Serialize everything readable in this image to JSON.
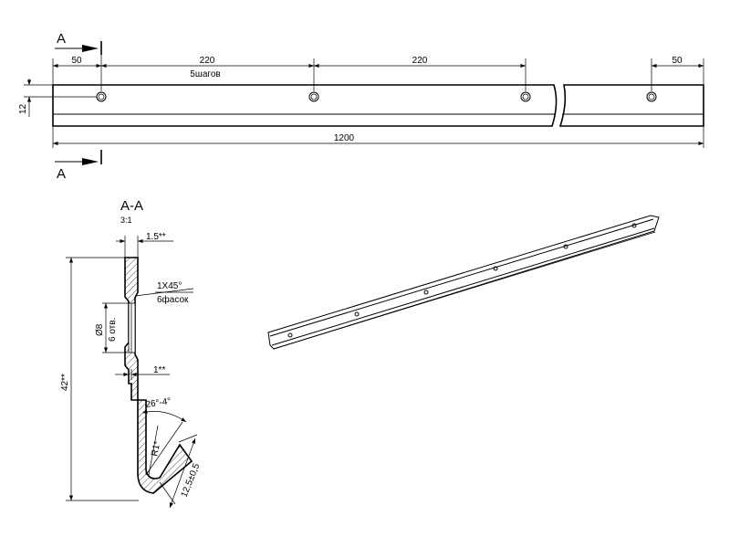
{
  "top_view": {
    "section_label_top": "A",
    "section_label_bottom": "A",
    "dim_left_offset": "50",
    "dim_pitch_1": "220",
    "dim_pitch_1_note": "5шагов",
    "dim_pitch_2": "220",
    "dim_right_offset": "50",
    "dim_height": "12",
    "dim_total_length": "1200"
  },
  "section_view": {
    "title": "А-А",
    "scale": "3:1",
    "dim_thickness_top": "1.5**",
    "chamfer": "1Х45°",
    "chamfer_note": "6фасок",
    "hole_diameter": "Ø8",
    "hole_count": "6 отв.",
    "dim_thickness_lower": "1**",
    "dim_height": "42**",
    "angle": "26°-4°",
    "radius": "R1*",
    "opening": "12,5±0,5"
  },
  "colors": {
    "line": "#000000",
    "background": "#ffffff"
  }
}
